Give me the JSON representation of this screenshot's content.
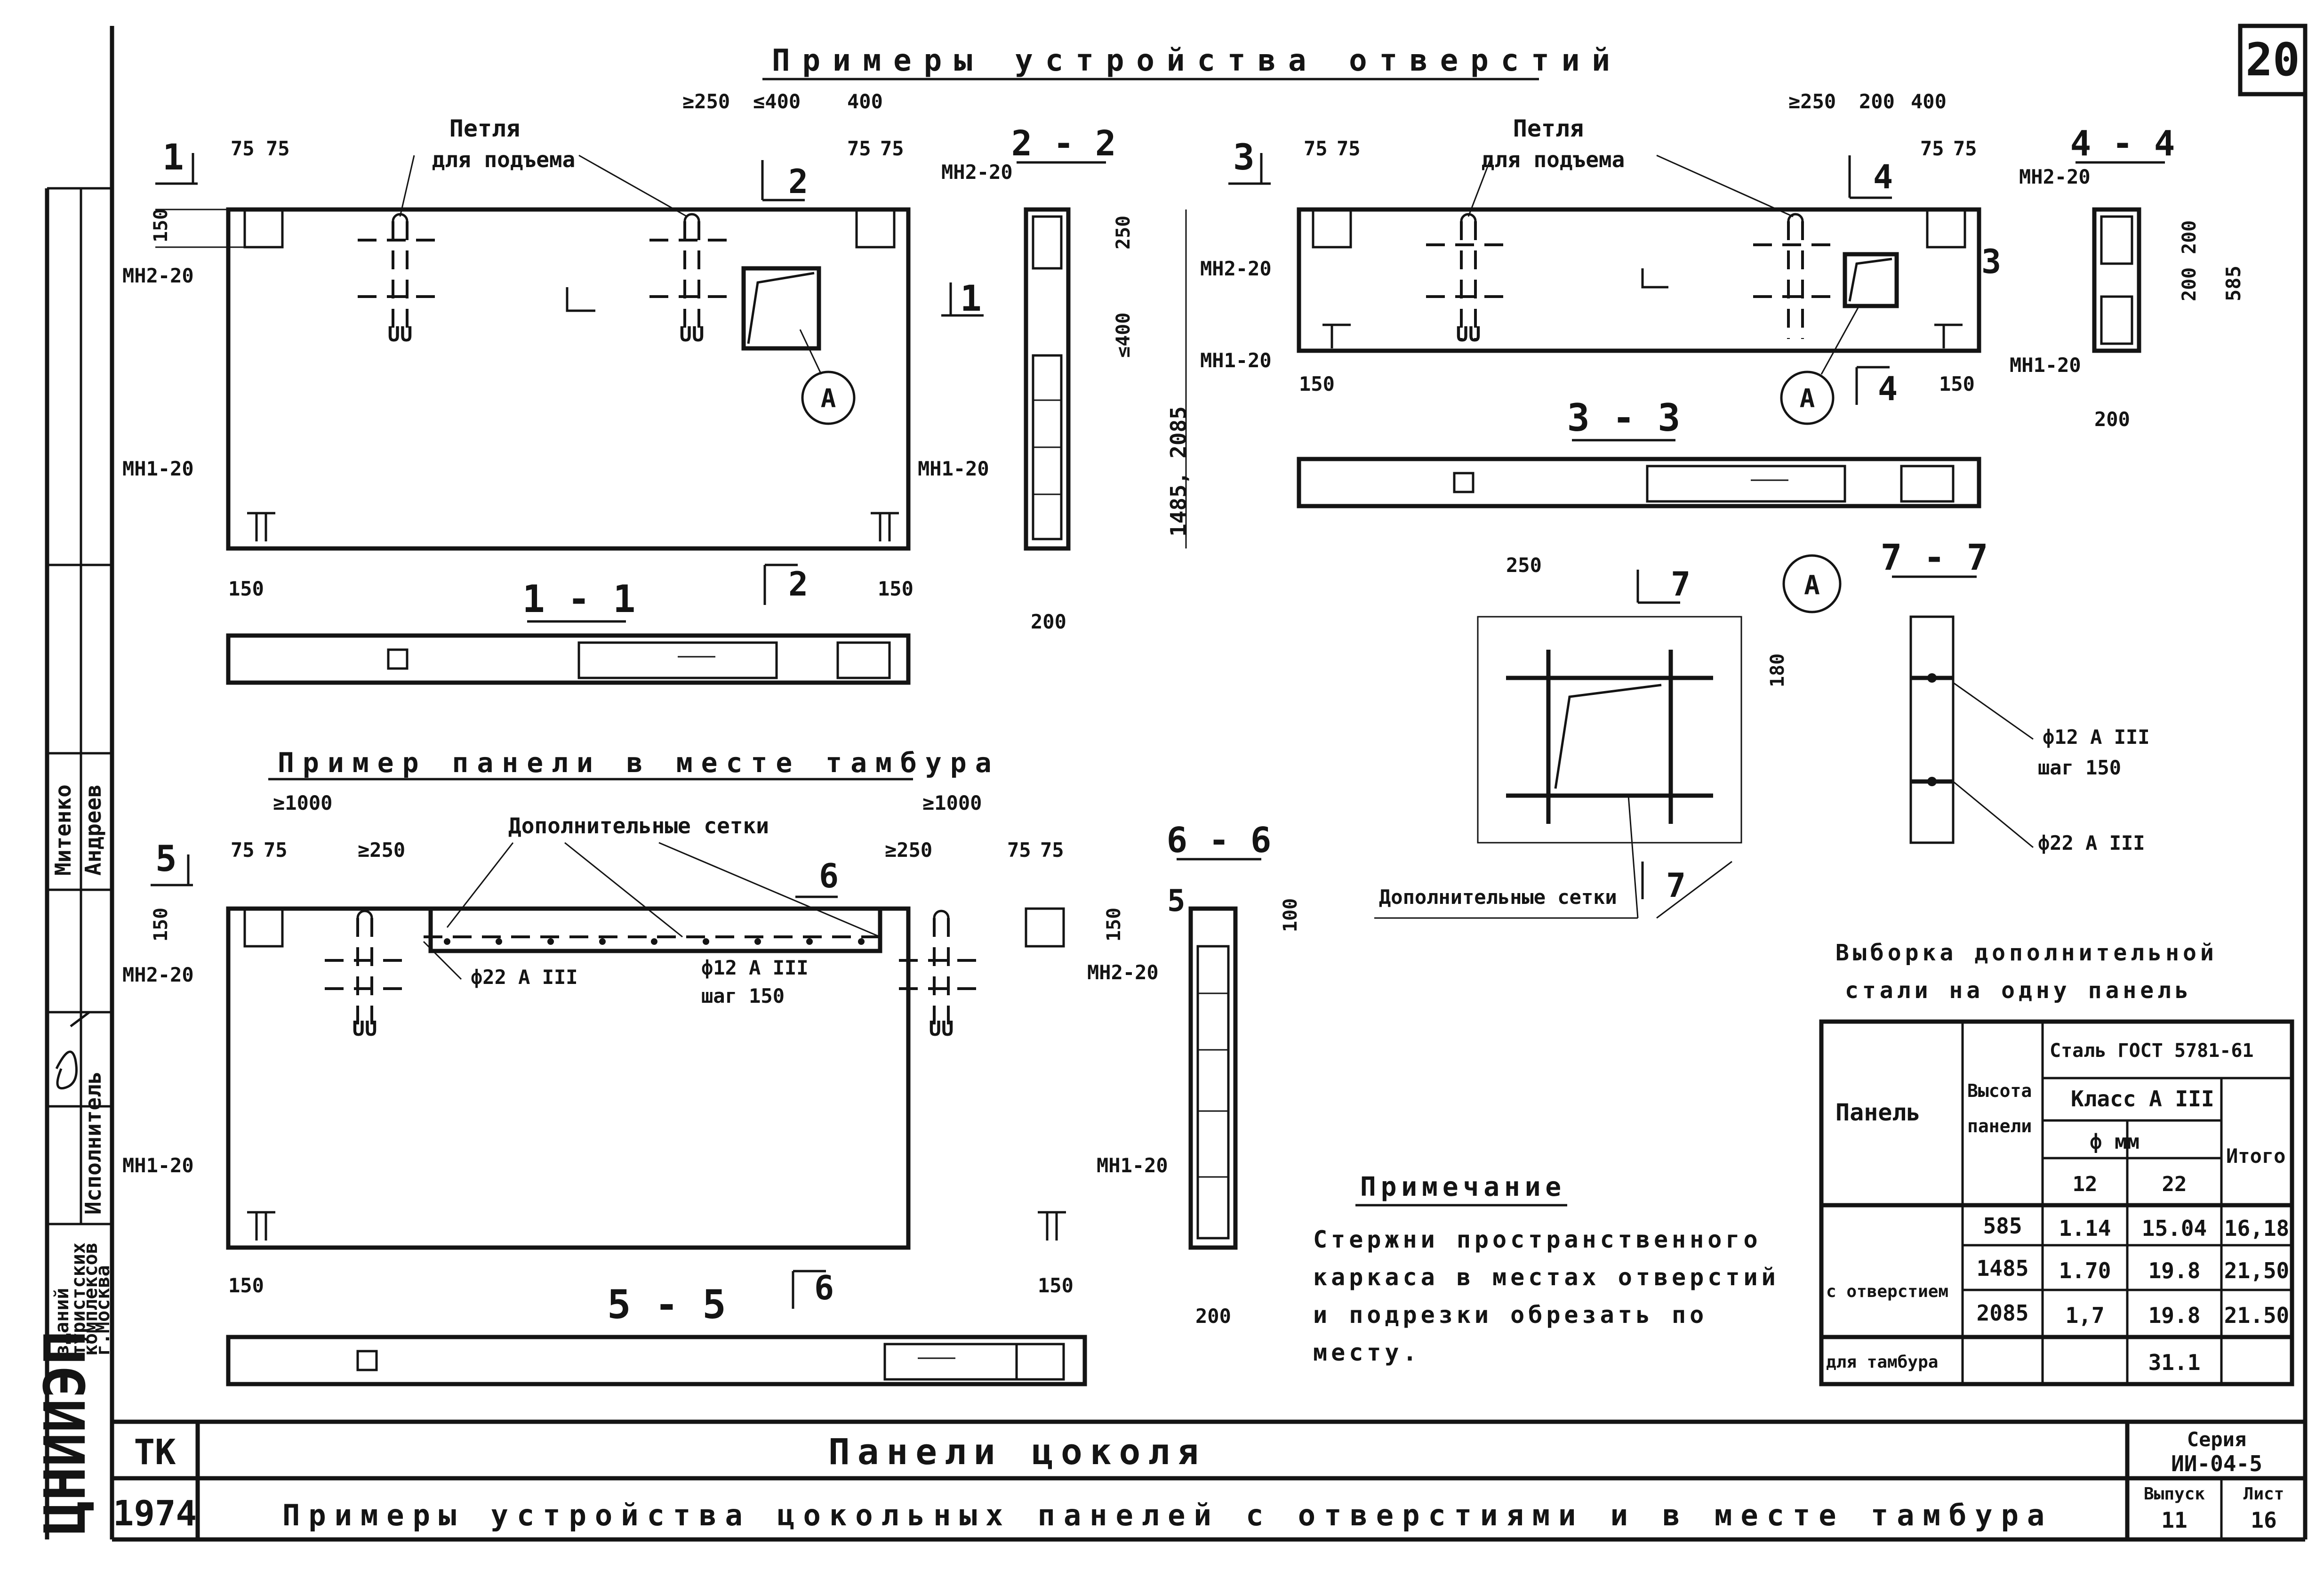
{
  "sheet": {
    "number": "20",
    "top_title": "Примеры устройства отверстий",
    "tambour_title": "Пример панели в месте тамбура"
  },
  "labels": {
    "loop1": "Петля",
    "loop2": "для подъема",
    "mn2": "МН2-20",
    "mn1": "МН1-20",
    "callout_a": "А",
    "extra_mesh": "Дополнительные сетки",
    "rebar_22": "ф22 А III",
    "rebar_12": "ф12 А III",
    "step_150": "шаг 150"
  },
  "sections": {
    "s1": "1 - 1",
    "s2": "2 - 2",
    "s3": "3 - 3",
    "s4": "4 - 4",
    "s5": "5 - 5",
    "s6": "6 - 6",
    "s7": "7 - 7",
    "m1": "1",
    "m2": "2",
    "m3": "3",
    "m4": "4",
    "m5": "5",
    "m6": "6",
    "m7": "7"
  },
  "dims": {
    "d75": "75",
    "d150": "150",
    "d200": "200",
    "d250": "250",
    "d400": "400",
    "ge250": "≥250",
    "le400": "≤400",
    "ge1000": "≥1000",
    "d180": "180",
    "d585": "585",
    "h1485_2085": "1485, 2085",
    "d100": "100"
  },
  "note": {
    "title": "Примечание",
    "lines": [
      "Стержни пространственного",
      "каркаса в местах отверстий",
      "и подрезки обрезать по",
      "месту."
    ]
  },
  "steel_table": {
    "title_lines": [
      "Выборка дополнительной",
      "стали на одну панель"
    ],
    "col_panel": "Панель",
    "col_height": [
      "Высота",
      "панели"
    ],
    "steel_grade": "Сталь ГОСТ 5781-61",
    "steel_class": "Класс А III",
    "diam": "ф мм",
    "d12": "12",
    "d22": "22",
    "total": "Итого",
    "row_group": "с отверстием",
    "rows": [
      {
        "h": "585",
        "v12": "1.14",
        "v22": "15.04",
        "tot": "16,18"
      },
      {
        "h": "1485",
        "v12": "1.70",
        "v22": "19.8",
        "tot": "21,50"
      },
      {
        "h": "2085",
        "v12": "1,7",
        "v22": "19.8",
        "tot": "21.50"
      }
    ],
    "tambour_row": {
      "label": "для тамбура",
      "v22": "31.1"
    }
  },
  "sidebar": {
    "names": [
      "Митенко",
      "Андреев"
    ],
    "role": "Исполнитель",
    "org": [
      "ЦНИИЭП",
      "зданий",
      "туристских",
      "комплексов",
      "г.Москва"
    ]
  },
  "title_block": {
    "code": "ТК",
    "year": "1974",
    "name": "Панели цоколя",
    "subtitle": "Примеры устройства цокольных панелей с отверстиями и в месте тамбура",
    "series_label": "Серия",
    "series": "ИИ-04-5",
    "issue_label": "Выпуск",
    "issue": "11",
    "sheet_label": "Лист",
    "sheet": "16"
  }
}
